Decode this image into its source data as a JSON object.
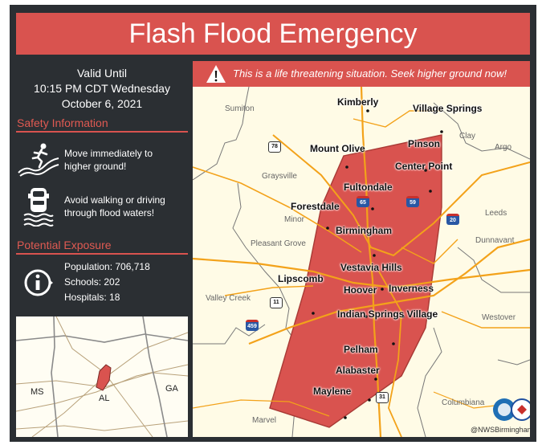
{
  "header": {
    "title": "Flash Flood Emergency"
  },
  "validity": {
    "line1": "Valid Until",
    "line2": "10:15 PM CDT Wednesday",
    "line3": "October 6, 2021"
  },
  "safety": {
    "heading": "Safety Information",
    "items": [
      {
        "icon": "running-uphill-icon",
        "line1": "Move immediately to",
        "line2": "higher ground!"
      },
      {
        "icon": "car-in-water-icon",
        "line1": "Avoid walking or driving",
        "line2": "through flood waters!"
      }
    ]
  },
  "exposure": {
    "heading": "Potential Exposure",
    "icon": "info-icon",
    "population": "Population: 706,718",
    "schools": "Schools: 202",
    "hospitals": "Hospitals: 18"
  },
  "inset": {
    "labels": {
      "ms": "MS",
      "al": "AL",
      "ga": "GA"
    }
  },
  "warning": {
    "icon": "warning-triangle-icon",
    "text": "This is a life threatening situation. Seek higher ground now!"
  },
  "colors": {
    "accent": "#d9534f",
    "panel": "#2b2f33",
    "polygon": "#d9534f",
    "roads": "#f3a21a",
    "map_bg": "#fffbe6"
  },
  "map": {
    "cities": {
      "kimberly": "Kimberly",
      "village_springs": "Village Springs",
      "pinson": "Pinson",
      "mount_olive": "Mount Olive",
      "center_point": "Center Point",
      "fultondale": "Fultondale",
      "forestdale": "Forestdale",
      "birmingham": "Birmingham",
      "vestavia_hills": "Vestavia Hills",
      "lipscomb": "Lipscomb",
      "hoover": "Hoover",
      "inverness": "Inverness",
      "indian_springs": "Indian Springs Village",
      "pelham": "Pelham",
      "alabaster": "Alabaster",
      "maylene": "Maylene"
    },
    "towns": {
      "sumiton": "Sumiton",
      "clay": "Clay",
      "argo": "Argo",
      "graysville": "Graysville",
      "minor": "Minor",
      "leeds": "Leeds",
      "pleasant_grove": "Pleasant Grove",
      "dunnavant": "Dunnavant",
      "valley_creek": "Valley Creek",
      "westover": "Westover",
      "columbiana": "Columbiana",
      "marvel": "Marvel"
    },
    "shields": {
      "us78": "78",
      "i65": "65",
      "i59": "59",
      "i20": "20",
      "us11": "11",
      "i459": "459",
      "us31": "31"
    },
    "credit": "@NWSBirmingham",
    "logos": [
      "noaa-logo-icon",
      "nws-logo-icon"
    ]
  }
}
